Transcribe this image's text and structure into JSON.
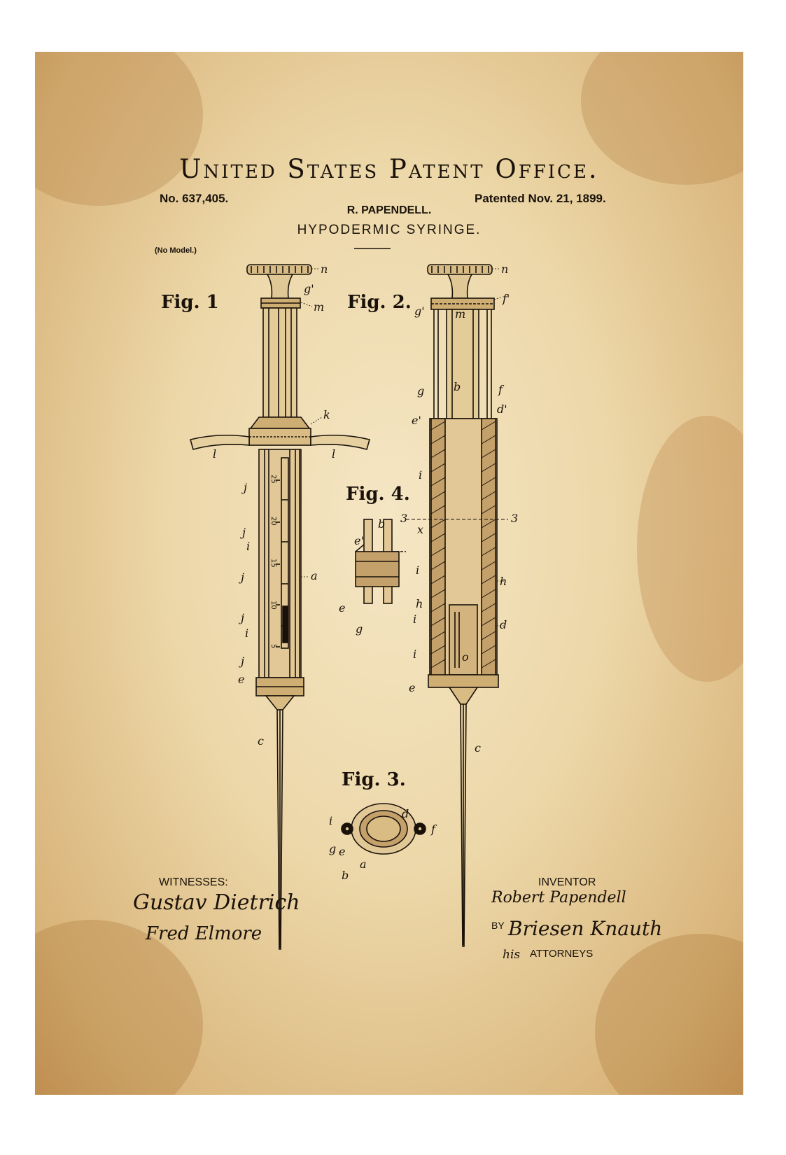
{
  "header": {
    "office_title": "United States Patent Office.",
    "patent_number": "No. 637,405.",
    "patent_date": "Patented Nov. 21, 1899.",
    "inventor_name": "R. PAPENDELL.",
    "invention_title": "HYPODERMIC SYRINGE.",
    "model_note": "(No Model.)"
  },
  "figures": {
    "fig1": "Fig. 1",
    "fig2": "Fig. 2.",
    "fig3": "Fig. 3.",
    "fig4": "Fig. 4."
  },
  "scale_marks": [
    "25",
    "20",
    "15",
    "10",
    "5"
  ],
  "part_labels": {
    "fig1": [
      "n",
      "g'",
      "m",
      "k",
      "l",
      "l",
      "j",
      "j",
      "i",
      "j",
      "a",
      "j",
      "i",
      "j",
      "e",
      "c"
    ],
    "fig2": [
      "n",
      "f'",
      "g'",
      "m",
      "g",
      "b",
      "f",
      "d'",
      "e'",
      "i",
      "3",
      "3",
      "x",
      "i",
      "h",
      "h",
      "i",
      "d",
      "i",
      "o",
      "e",
      "c"
    ],
    "fig3": [
      "i",
      "d",
      "f",
      "g",
      "e",
      "a",
      "b"
    ],
    "fig4": [
      "b",
      "e'",
      "e",
      "g"
    ]
  },
  "footer": {
    "witnesses_label": "WITNESSES:",
    "witness_signature_1": "Gustav Dietrich",
    "witness_signature_2": "Fred Elmore",
    "inventor_label": "INVENTOR",
    "inventor_signature": "Robert Papendell",
    "by_label": "BY",
    "attorney_signature": "Briesen Knauth",
    "his_label": "his",
    "attorneys_label": "ATTORNEYS"
  },
  "colors": {
    "paper_light": "#f5e6c4",
    "paper_dark": "#c99a5c",
    "ink": "#1a120a"
  }
}
